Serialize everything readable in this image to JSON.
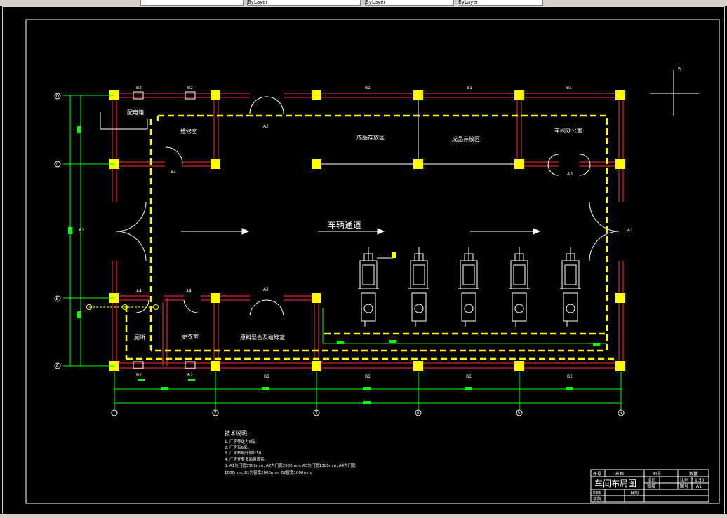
{
  "toolbar": {
    "fields": [
      "ByLayer",
      "ByLayer",
      "ByLayer"
    ]
  },
  "drawing": {
    "rooms": {
      "distribution": "配电箱",
      "repair": "维修室",
      "product_area_1": "成品存放区",
      "product_area_2": "成品存放区",
      "office": "车间办公室",
      "toilet": "厕所",
      "locker": "更衣室",
      "mixing": "原料混合及破碎室"
    },
    "passage": "车辆通道",
    "north": "N",
    "door_labels": {
      "a1": "A1",
      "a2": "A2",
      "a3": "A3",
      "a4": "A4"
    },
    "window_labels": {
      "b1": "B1",
      "b2": "B2"
    },
    "axis_labels": [
      "1",
      "2",
      "3",
      "4",
      "5",
      "6"
    ],
    "row_axis_labels": [
      "D",
      "C",
      "B",
      "A"
    ],
    "notes": {
      "title": "技术说明:",
      "lines": [
        "1. 厂房等级为II级。",
        "2. 厂房有6米。",
        "3. 厂房布局比例1:50.",
        "4. 厂房开有多扇窗设置。",
        "5. A1为门宽3500mm, A2为门宽2000mm, A3为门宽1300mm, A4为门宽",
        "1000mm, B1为窗宽2000mm, B2窗宽1000mm。"
      ]
    },
    "title_block": {
      "title": "车间布局图",
      "h_no": "序号",
      "h_name": "名称",
      "h_drawing_no": "图号",
      "h_quantity": "数量",
      "r1": "设计",
      "r2": "审核",
      "scale_label": "比例",
      "scale_value": "1:50",
      "sheet_label": "图号",
      "sheet_value": "A1",
      "draw_label": "制图",
      "date_label": "日期",
      "school_label": "学院"
    }
  },
  "colors": {
    "background": "#000000",
    "wall": "#ff3030",
    "column": "#ffff00",
    "dimension": "#00ff00",
    "dashed": "#ffff00",
    "text": "#ffffff"
  }
}
